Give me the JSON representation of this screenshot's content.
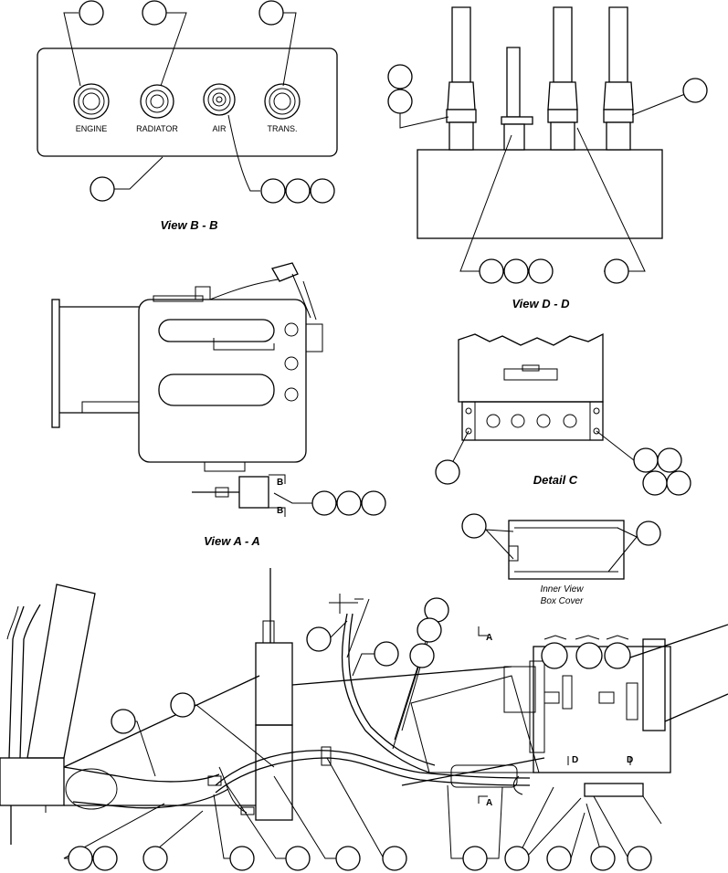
{
  "gauges": [
    {
      "label": "ENGINE"
    },
    {
      "label": "RADIATOR"
    },
    {
      "label": "AIR"
    },
    {
      "label": "TRANS."
    }
  ],
  "captions": {
    "view_bb": "View B - B",
    "view_dd": "View D - D",
    "view_aa": "View A - A",
    "detail_c": "Detail C",
    "inner_view_line1": "Inner View",
    "inner_view_line2": "Box Cover"
  },
  "section_markers": {
    "b": "B",
    "a": "A",
    "d": "D"
  }
}
